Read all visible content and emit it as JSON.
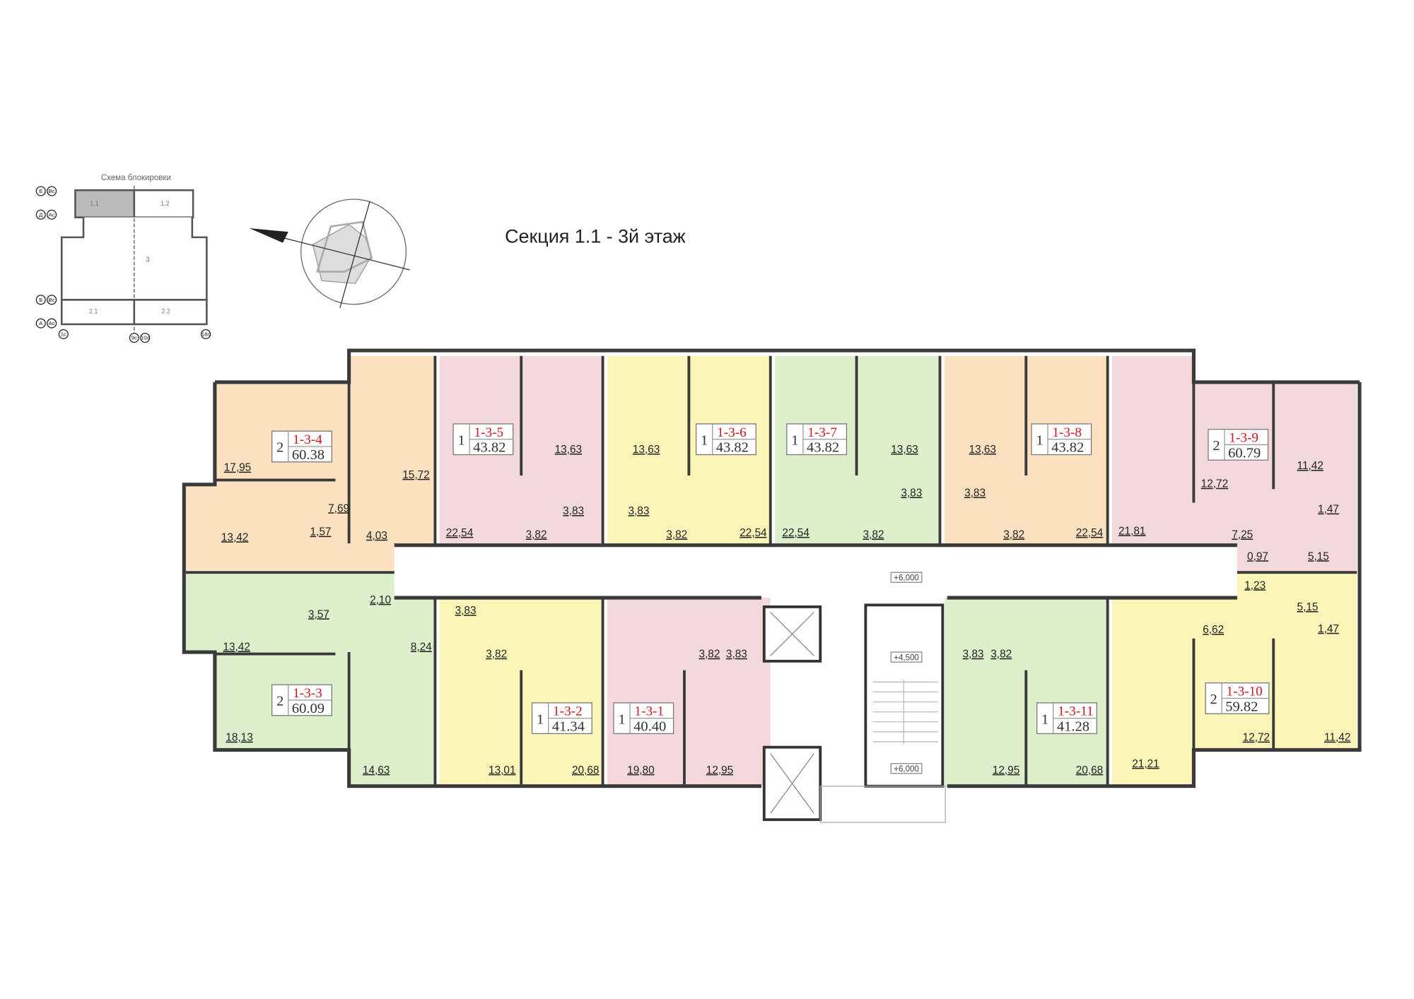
{
  "title": "Секция 1.1 - 3й этаж",
  "key_plan": {
    "title": "Схема блокировки",
    "blocks": [
      "1.1",
      "1.2",
      "3",
      "2.1",
      "2.2"
    ],
    "highlighted_block": "1.1",
    "row_axes": [
      [
        "Е",
        "Вс"
      ],
      [
        "Д",
        "Ас"
      ],
      [
        "Б",
        "Вс"
      ],
      [
        "А",
        "Ас"
      ]
    ],
    "col_axes": [
      "1с",
      "9с",
      "10с",
      "18с"
    ]
  },
  "elevations": [
    "+6,000",
    "+4,500",
    "+6,000"
  ],
  "colors": {
    "orange": "#fbe1c0",
    "pink": "#f3d8dc",
    "yellow": "#fbf6b8",
    "green": "#ddefcb",
    "label_red": "#d4151c"
  },
  "apartments": {
    "a4": {
      "id": "1-3-4",
      "rooms": "2",
      "area": "60.38",
      "room_areas": [
        "17,95",
        "15,72",
        "7,69",
        "13,42",
        "1,57",
        "4,03"
      ]
    },
    "a5": {
      "id": "1-3-5",
      "rooms": "1",
      "area": "43.82",
      "room_areas": [
        "22,54",
        "13,63",
        "3,83",
        "3,82"
      ]
    },
    "a6": {
      "id": "1-3-6",
      "rooms": "1",
      "area": "43.82",
      "room_areas": [
        "13,63",
        "3,83",
        "3,82",
        "22,54"
      ]
    },
    "a7": {
      "id": "1-3-7",
      "rooms": "1",
      "area": "43.82",
      "room_areas": [
        "22,54",
        "3,82",
        "13,63",
        "3,83"
      ]
    },
    "a8": {
      "id": "1-3-8",
      "rooms": "1",
      "area": "43.82",
      "room_areas": [
        "13,63",
        "3,83",
        "3,82",
        "22,54"
      ]
    },
    "a9": {
      "id": "1-3-9",
      "rooms": "2",
      "area": "60.79",
      "room_areas": [
        "21,81",
        "12,72",
        "11,42",
        "1,47",
        "7,25",
        "0,97",
        "5,15"
      ]
    },
    "a10": {
      "id": "1-3-10",
      "rooms": "2",
      "area": "59.82",
      "room_areas": [
        "1,23",
        "5,15",
        "1,47",
        "6,62",
        "12,72",
        "11,42",
        "21,21"
      ]
    },
    "a3": {
      "id": "1-3-3",
      "rooms": "2",
      "area": "60.09",
      "room_areas": [
        "13,42",
        "3,57",
        "2,10",
        "8,24",
        "18,13",
        "14,63"
      ]
    },
    "a2": {
      "id": "1-3-2",
      "rooms": "1",
      "area": "41.34",
      "room_areas": [
        "3,83",
        "3,82",
        "13,01",
        "20,68"
      ]
    },
    "a1": {
      "id": "1-3-1",
      "rooms": "1",
      "area": "40.40",
      "room_areas": [
        "3,82",
        "3,83",
        "19,80",
        "12,95"
      ]
    },
    "a11": {
      "id": "1-3-11",
      "rooms": "1",
      "area": "41.28",
      "room_areas": [
        "3,83",
        "3,82",
        "12,95",
        "20,68"
      ]
    }
  }
}
